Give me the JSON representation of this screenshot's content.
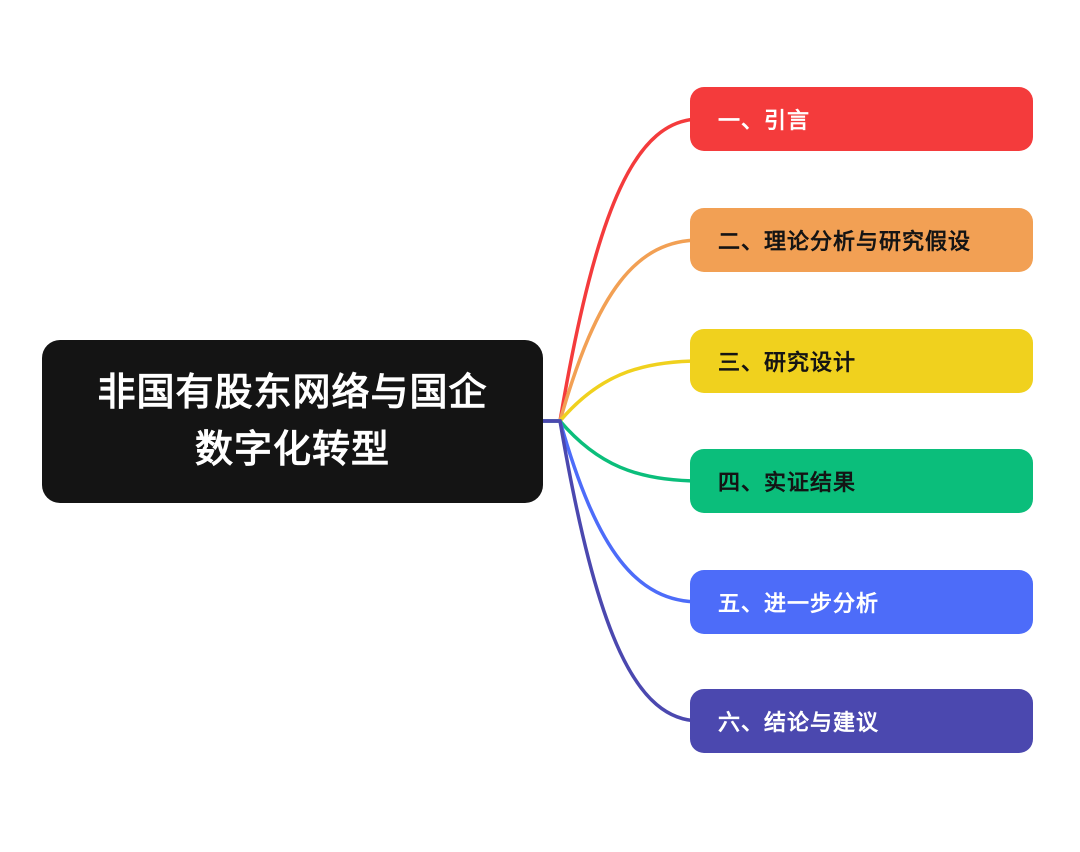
{
  "canvas": {
    "background": "#ffffff"
  },
  "root": {
    "label": "非国有股东网络与国企数字化转型",
    "lines": [
      "非国有股东网络与国企",
      "数字化转型"
    ],
    "bg": "#141414",
    "text_color": "#ffffff"
  },
  "branches": [
    {
      "label": "一、引言",
      "bg": "#f43b3c",
      "text_color": "#ffffff"
    },
    {
      "label": "二、理论分析与研究假设",
      "bg": "#f2a054",
      "text_color": "#141414"
    },
    {
      "label": "三、研究设计",
      "bg": "#f0d11e",
      "text_color": "#141414"
    },
    {
      "label": "四、实证结果",
      "bg": "#0bbe7b",
      "text_color": "#141414"
    },
    {
      "label": "五、进一步分析",
      "bg": "#4d6cf9",
      "text_color": "#ffffff"
    },
    {
      "label": "六、结论与建议",
      "bg": "#4b48af",
      "text_color": "#ffffff"
    }
  ]
}
